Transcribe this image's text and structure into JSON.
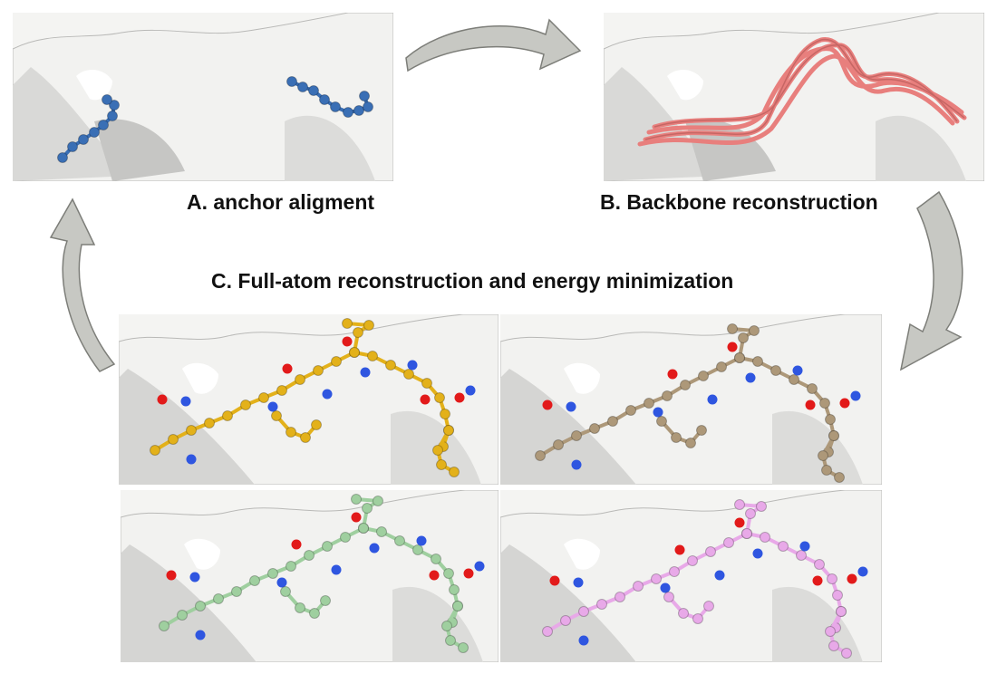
{
  "labels": {
    "step_a": "A. anchor aligment",
    "step_b": "B. Backbone reconstruction",
    "step_c": "C. Full-atom reconstruction and energy minimization"
  },
  "colors": {
    "surface": "#f0f0ee",
    "surface_shadow": "#c9c9c7",
    "anchor_atoms": "#3a6fb5",
    "backbone_ribbon": "#e87f7d",
    "model_1": "#e3b11a",
    "model_2": "#ad9879",
    "model_3": "#9fcf9f",
    "model_4": "#e8a9e8",
    "oxygen": "#e21a1a",
    "nitrogen": "#2f56e0",
    "arrow_fill": "#c7c8c3",
    "arrow_stroke": "#7d7e79"
  },
  "panels": [
    {
      "id": "anchor-alignment-panel",
      "atom_color": "anchor_atoms"
    },
    {
      "id": "backbone-reconstruction-panel",
      "atom_color": "backbone_ribbon"
    },
    {
      "id": "full-atom-model-1",
      "atom_color": "model_1"
    },
    {
      "id": "full-atom-model-2",
      "atom_color": "model_2"
    },
    {
      "id": "full-atom-model-3",
      "atom_color": "model_3"
    },
    {
      "id": "full-atom-model-4",
      "atom_color": "model_4"
    }
  ]
}
